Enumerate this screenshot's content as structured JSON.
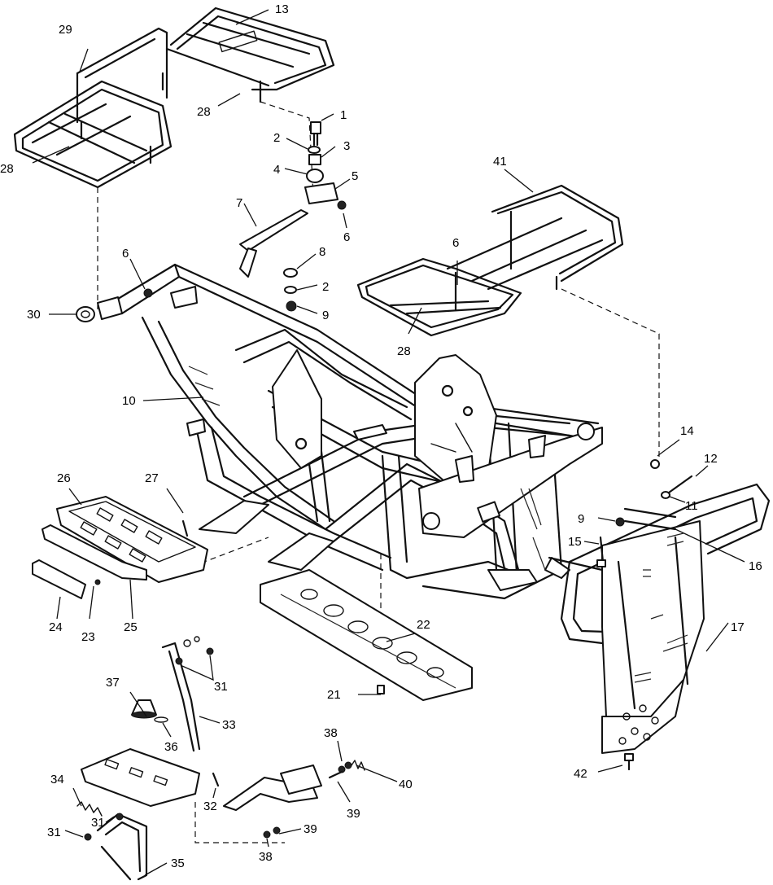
{
  "callouts": [
    {
      "id": "1",
      "label": "1"
    },
    {
      "id": "2a",
      "label": "2"
    },
    {
      "id": "2b",
      "label": "2"
    },
    {
      "id": "3",
      "label": "3"
    },
    {
      "id": "4",
      "label": "4"
    },
    {
      "id": "5",
      "label": "5"
    },
    {
      "id": "6a",
      "label": "6"
    },
    {
      "id": "6b",
      "label": "6"
    },
    {
      "id": "6c",
      "label": "6"
    },
    {
      "id": "7",
      "label": "7"
    },
    {
      "id": "8",
      "label": "8"
    },
    {
      "id": "9a",
      "label": "9"
    },
    {
      "id": "9b",
      "label": "9"
    },
    {
      "id": "10",
      "label": "10"
    },
    {
      "id": "11",
      "label": "11"
    },
    {
      "id": "12",
      "label": "12"
    },
    {
      "id": "13",
      "label": "13"
    },
    {
      "id": "14",
      "label": "14"
    },
    {
      "id": "15",
      "label": "15"
    },
    {
      "id": "16",
      "label": "16"
    },
    {
      "id": "17",
      "label": "17"
    },
    {
      "id": "21",
      "label": "21"
    },
    {
      "id": "22",
      "label": "22"
    },
    {
      "id": "23",
      "label": "23"
    },
    {
      "id": "24",
      "label": "24"
    },
    {
      "id": "25",
      "label": "25"
    },
    {
      "id": "26",
      "label": "26"
    },
    {
      "id": "27",
      "label": "27"
    },
    {
      "id": "28a",
      "label": "28"
    },
    {
      "id": "28b",
      "label": "28"
    },
    {
      "id": "28c",
      "label": "28"
    },
    {
      "id": "29",
      "label": "29"
    },
    {
      "id": "30",
      "label": "30"
    },
    {
      "id": "31a",
      "label": "31"
    },
    {
      "id": "31b",
      "label": "31"
    },
    {
      "id": "31c",
      "label": "31"
    },
    {
      "id": "32",
      "label": "32"
    },
    {
      "id": "33",
      "label": "33"
    },
    {
      "id": "34",
      "label": "34"
    },
    {
      "id": "35",
      "label": "35"
    },
    {
      "id": "36",
      "label": "36"
    },
    {
      "id": "37",
      "label": "37"
    },
    {
      "id": "38a",
      "label": "38"
    },
    {
      "id": "38b",
      "label": "38"
    },
    {
      "id": "39a",
      "label": "39"
    },
    {
      "id": "39b",
      "label": "39"
    },
    {
      "id": "40",
      "label": "40"
    },
    {
      "id": "41",
      "label": "41"
    },
    {
      "id": "42",
      "label": "42"
    }
  ]
}
